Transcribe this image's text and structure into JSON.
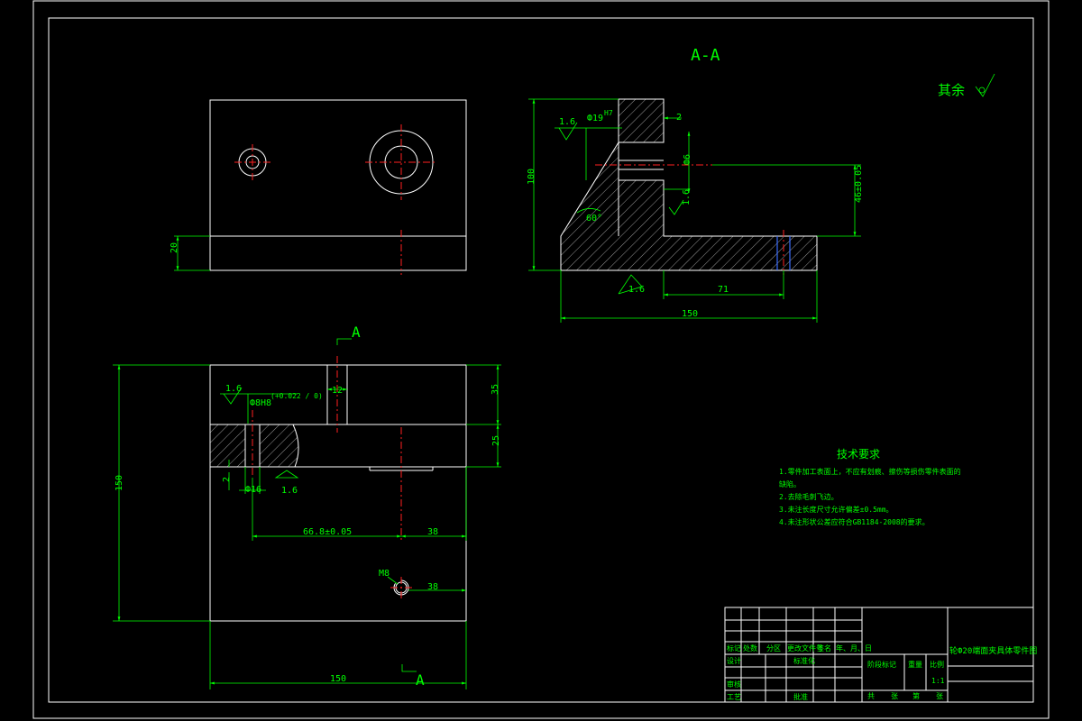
{
  "colors": {
    "background": "#000000",
    "outline": "#ffffff",
    "dimension": "#00ff00",
    "centerline": "#ff2020",
    "accent": "#3a6cff"
  },
  "section_label": "A-A",
  "roughness_note": "其余",
  "dims": {
    "top_view_20": "20",
    "sec_100": "100",
    "sec_1_6_a": "1.6",
    "sec_phi19": "Ф19",
    "sec_phi19_tol": "H7",
    "sec_2": "2",
    "sec_phi6": "Ф6",
    "sec_46": "46±0.05",
    "sec_1_6_b": "1.6",
    "sec_60": "60°",
    "sec_1_6_c": "1.6",
    "sec_71": "71",
    "sec_150": "150",
    "front_150_v": "150",
    "front_1_6": "1.6",
    "front_phi8": "Ф8H8",
    "front_phi8_tol": "(+0.022 / 0)",
    "front_12": "12",
    "front_35": "35",
    "front_25": "25",
    "front_2": "2",
    "front_phi16": "Ф16",
    "front_1_6_b": "1.6",
    "front_66_8": "66.8±0.05",
    "front_38a": "38",
    "front_m8": "M8",
    "front_38b": "38",
    "front_150_h": "150",
    "cut_a_top": "A",
    "cut_a_bottom": "A"
  },
  "tech_requirements": {
    "title": "技术要求",
    "items": [
      "1.零件加工表面上，不应有划痕、擦伤等损伤零件表面的",
      "缺陷。",
      "2.去除毛刺飞边。",
      "3.未注长度尺寸允许偏差±0.5mm。",
      "4.未注形状公差应符合GB1184-2008的要求。"
    ]
  },
  "title_block": {
    "drawing_name": "轮Ф20端面夹具体零件图",
    "row_headers": [
      "标记",
      "处数",
      "分区",
      "更改文件号",
      "签名",
      "年、月、日"
    ],
    "design": "设计",
    "standardization": "标准化",
    "review": "审核",
    "process": "工艺",
    "approve": "批准",
    "stage_mark": "阶段标记",
    "weight": "重量",
    "scale": "比例",
    "scale_value": "1:1",
    "sheets": [
      "共",
      "张",
      "第",
      "张"
    ]
  }
}
